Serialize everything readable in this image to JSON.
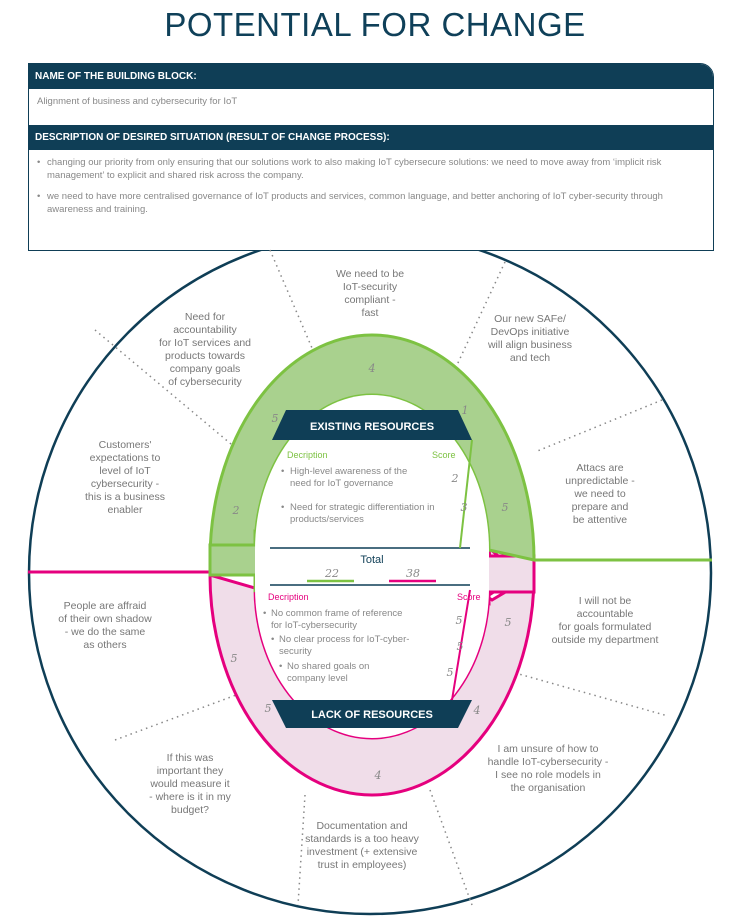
{
  "title": "POTENTIAL FOR CHANGE",
  "building_block": {
    "label": "NAME OF THE BUILDING BLOCK:",
    "value": "Alignment of business and cybersecurity for IoT"
  },
  "desired": {
    "label": "DESCRIPTION OF DESIRED SITUATION (RESULT OF CHANGE PROCESS):",
    "items": [
      "changing our priority from only ensuring that our solutions work to also making IoT cybersecure solutions: we need to move away from ‘implicit risk management’ to explicit and shared risk across the company.",
      "we need to have more centralised governance of IoT products and services, common language, and better anchoring of IoT cyber-security through awareness and training."
    ]
  },
  "colors": {
    "dark": "#0f3e56",
    "green": "#7dc242",
    "green_fill": "#a9d18e",
    "pink": "#e5007e",
    "pink_fill": "#f0dde9"
  },
  "quotes": [
    {
      "lines": [
        "We need to be",
        "IoT-security",
        "compliant -",
        "fast"
      ]
    },
    {
      "lines": [
        "Need for",
        "accountability",
        "for IoT services and",
        "products towards",
        "company goals",
        "of cybersecurity"
      ]
    },
    {
      "lines": [
        "Our new SAFe/",
        "DevOps initiative",
        "will align business",
        "and tech"
      ]
    },
    {
      "lines": [
        "Customers'",
        "expectations to",
        "level of IoT",
        "cybersecurity -",
        "this is a business",
        "enabler"
      ]
    },
    {
      "lines": [
        "Attacs are",
        "unpredictable -",
        "we need to",
        "prepare  and",
        "be attentive"
      ]
    },
    {
      "lines": [
        "People are affraid",
        "of their own shadow",
        "- we do the same",
        "as others"
      ]
    },
    {
      "lines": [
        "I will not be",
        "accountable",
        "for goals formulated",
        "outside my department"
      ]
    },
    {
      "lines": [
        "If this was",
        "important they",
        "would measure it",
        "- where is it in my",
        "budget?"
      ]
    },
    {
      "lines": [
        "I am unsure of how to",
        "handle IoT-cybersecurity -",
        "I see no role models in",
        "the organisation"
      ]
    },
    {
      "lines": [
        "Documentation and",
        "standards is a too heavy",
        "investment  (+ extensive",
        "trust in employees)"
      ]
    }
  ],
  "arrow_scores": {
    "green": [
      "5",
      "4",
      "1",
      "2",
      "5"
    ],
    "pink": [
      "5",
      "5",
      "4",
      "4",
      "5"
    ]
  },
  "existing": {
    "title": "EXISTING RESOURCES",
    "desc_label": "Decription",
    "score_label": "Score",
    "items": [
      {
        "lines": [
          "High-level awareness of the",
          "need for IoT governance"
        ],
        "score": "2"
      },
      {
        "lines": [
          "Need for strategic differentiation in",
          "products/services"
        ],
        "score": "3"
      }
    ]
  },
  "total": {
    "label": "Total",
    "existing": "22",
    "lack": "38"
  },
  "lack": {
    "title": "LACK OF RESOURCES",
    "desc_label": "Decription",
    "score_label": "Score",
    "items": [
      {
        "lines": [
          "No common frame of reference",
          "for IoT-cybersecurity"
        ],
        "score": "5"
      },
      {
        "lines": [
          "No clear process for IoT-cyber-",
          "security"
        ],
        "score": "5"
      },
      {
        "lines": [
          "No shared goals on",
          "company level"
        ],
        "score": "5"
      }
    ]
  }
}
